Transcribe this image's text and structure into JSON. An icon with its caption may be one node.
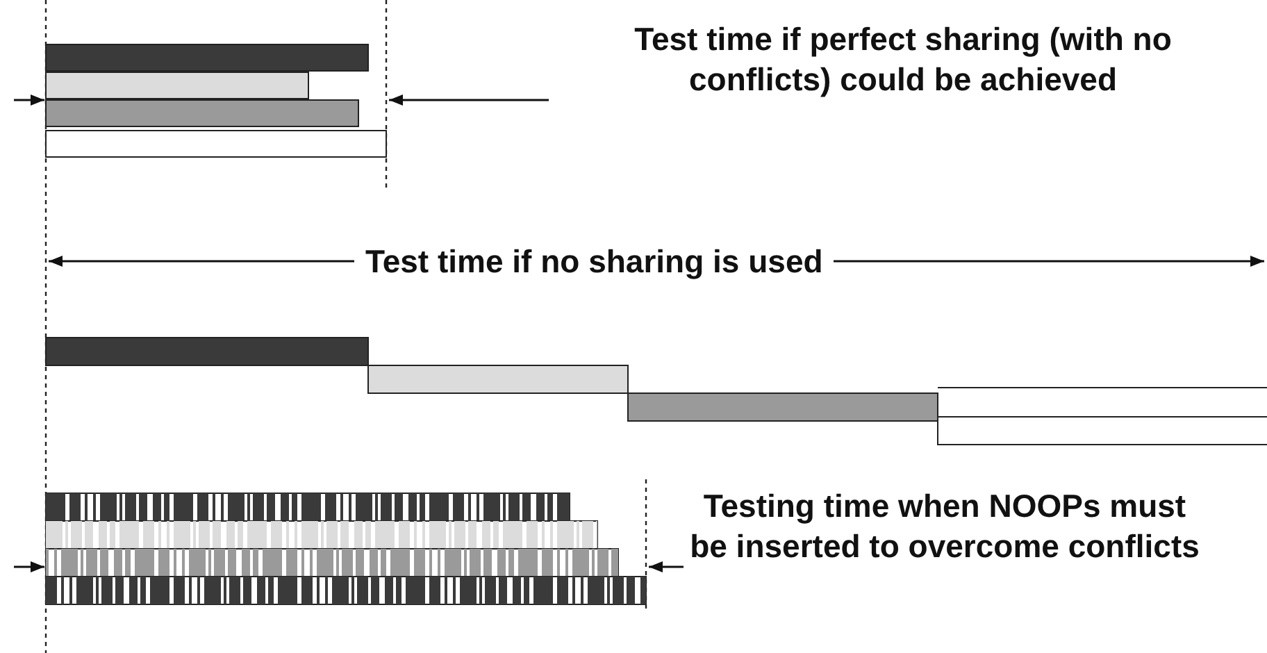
{
  "diagram": {
    "labels": [
      "Test time if perfect sharing (with no conflicts) could be achieved",
      "Test time if no sharing is used",
      "Testing time when NOOPs must be inserted to overcome conflicts"
    ]
  }
}
